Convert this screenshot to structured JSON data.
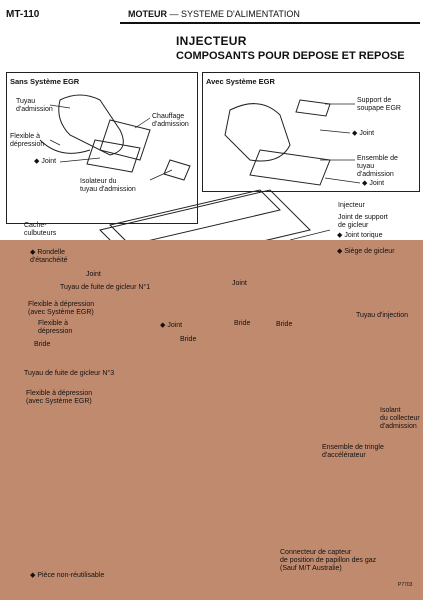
{
  "header": {
    "page_number": "MT-110",
    "section_main": "MOTEUR",
    "section_dash": "—",
    "section_sub": "SYSTEME D'ALIMENTATION"
  },
  "title": "INJECTEUR",
  "subtitle": "COMPOSANTS POUR DEPOSE ET REPOSE",
  "left_panel": {
    "title": "Sans Système EGR",
    "labels": {
      "tuyau_admission": "Tuyau\nd'admission",
      "chauffage": "Chauffage\nd'admission",
      "flexible": "Flexible à\ndépression",
      "joint": "◆ Joint",
      "isolateur": "Isolateur du\ntuyau d'admission"
    }
  },
  "right_panel": {
    "title": "Avec Système EGR",
    "labels": {
      "support": "Support de\nsoupape EGR",
      "joint1": "◆ Joint",
      "ensemble": "Ensemble de\ntuyau\nd'admission",
      "joint2": "◆ Joint"
    }
  },
  "main_labels": {
    "cache": "Cache-\nculbuteurs",
    "injecteur": "Injecteur",
    "joint_support": "Joint de support\nde gicleur",
    "rondelle": "◆ Rondelle\nd'étanchéité",
    "joint_torique": "◆ Joint torique",
    "siege": "◆ Siège de gicleur",
    "joint_a": "Joint",
    "joint_b": "Joint",
    "tuyau_fuite1": "Tuyau de fuite de gicleur N°1",
    "flex_egr1": "Flexible à dépression\n(avec Système EGR)",
    "flex_dep": "Flexible à\ndépression",
    "bride1": "Bride",
    "joint_c": "◆ Joint",
    "bride2": "Bride",
    "bride3": "Bride",
    "bride4": "Bride",
    "tuyau_inj": "Tuyau d'injection",
    "tuyau_fuite3": "Tuyau de fuite de gicleur N°3",
    "flex_egr2": "Flexible à dépression\n(avec Système EGR)",
    "isolant": "Isolant\ndu collecteur\nd'admission",
    "ensemble_tringle": "Ensemble de tringle\nd'accélérateur",
    "connecteur": "Connecteur de capteur\nde position de papillon des gaz\n(Sauf M/T Australie)",
    "legend": "◆ Pièce non-réutilisable",
    "figure_code": "P7703"
  },
  "colors": {
    "tan_overlay": "#c08a6f",
    "line": "#222222"
  }
}
